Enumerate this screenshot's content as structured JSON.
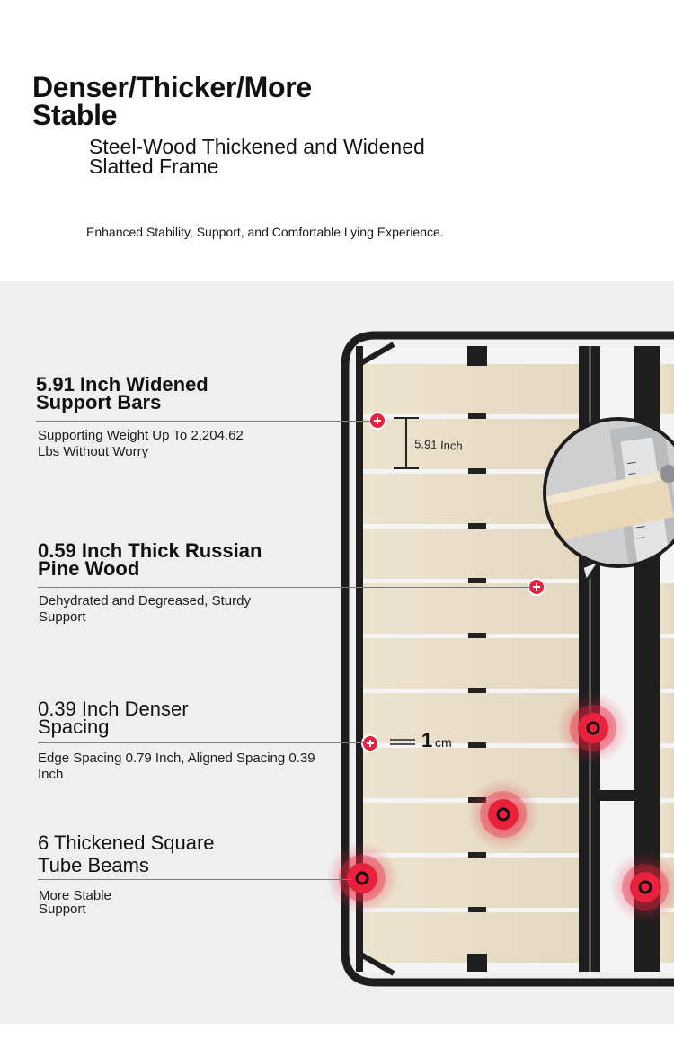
{
  "header": {
    "title": "Denser/Thicker/More Stable",
    "subtitle": "Steel-Wood Thickened and Widened Slatted Frame",
    "tagline": "Enhanced Stability, Support, and Comfortable Lying Experience."
  },
  "features": [
    {
      "title": "5.91 Inch Widened Support Bars",
      "desc": "Supporting Weight Up To 2,204.62 Lbs Without Worry"
    },
    {
      "title": "0.59 Inch Thick Russian Pine Wood",
      "desc": "Dehydrated and Degreased, Sturdy Support"
    },
    {
      "title": "0.39 Inch Denser Spacing",
      "desc": "Edge Spacing 0.79 Inch, Aligned Spacing 0.39 Inch"
    },
    {
      "title": "6 Thickened Square Tube Beams",
      "desc": "More Stable Support"
    }
  ],
  "annotations": {
    "slat_width": "5.91 Inch",
    "spacing_value": "1",
    "spacing_unit": "cm"
  },
  "colors": {
    "marker_red": "#e8213d",
    "wood": "#e9dfc9",
    "frame": "#1e1e1e",
    "panel_bg": "#efefef"
  }
}
